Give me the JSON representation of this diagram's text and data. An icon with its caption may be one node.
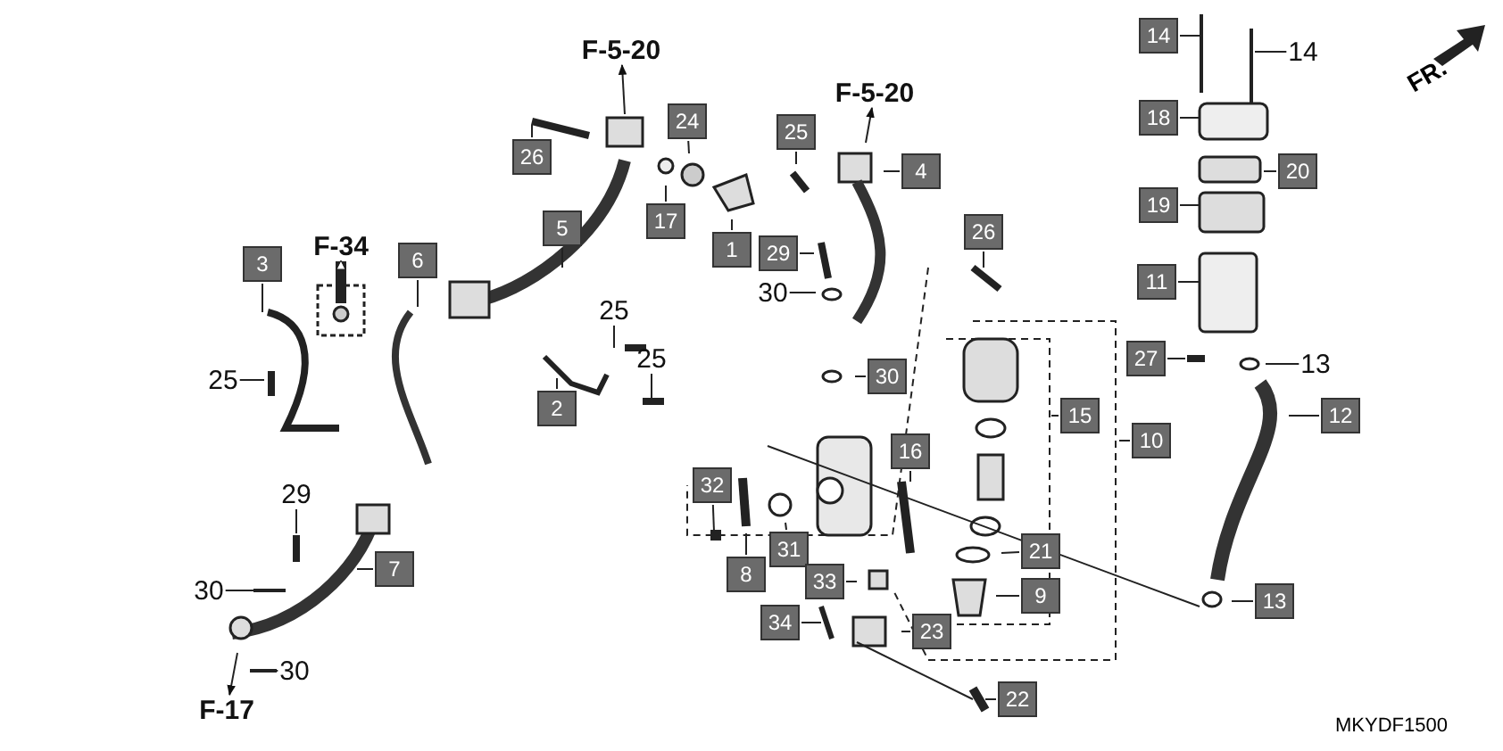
{
  "diagram": {
    "nodes": [
      {
        "text": [
          "F-5-20"
        ]
      },
      {
        "text": [
          "F-5-20"
        ]
      },
      {
        "text": [
          "F-34"
        ]
      },
      {
        "text": [
          "14"
        ]
      },
      {
        "text": [
          "14"
        ]
      },
      {
        "text": [
          "24"
        ]
      },
      {
        "text": [
          "25"
        ]
      },
      {
        "text": [
          "18"
        ]
      },
      {
        "text": [
          "26"
        ]
      },
      {
        "text": [
          "4"
        ]
      },
      {
        "text": [
          "20"
        ]
      },
      {
        "text": [
          "19"
        ]
      },
      {
        "text": [
          "17"
        ]
      },
      {
        "text": [
          "5"
        ]
      },
      {
        "text": [
          "1"
        ]
      },
      {
        "text": [
          "29"
        ]
      },
      {
        "text": [
          "3"
        ]
      },
      {
        "text": [
          "6"
        ]
      },
      {
        "text": [
          "11"
        ]
      },
      {
        "text": [
          "30"
        ]
      },
      {
        "text": [
          "25"
        ]
      },
      {
        "text": [
          "26"
        ]
      },
      {
        "text": [
          "25"
        ]
      },
      {
        "text": [
          "27"
        ]
      },
      {
        "text": [
          "13"
        ]
      },
      {
        "text": [
          "30"
        ]
      },
      {
        "text": [
          "25"
        ]
      },
      {
        "text": [
          "2"
        ]
      },
      {
        "text": [
          "15"
        ]
      },
      {
        "text": [
          "12"
        ]
      },
      {
        "text": [
          "10"
        ]
      },
      {
        "text": [
          "16"
        ]
      },
      {
        "text": [
          "32"
        ]
      },
      {
        "text": [
          "29"
        ]
      },
      {
        "text": [
          "21"
        ]
      },
      {
        "text": [
          "31"
        ]
      },
      {
        "text": [
          "7"
        ]
      },
      {
        "text": [
          "8"
        ]
      },
      {
        "text": [
          "9"
        ]
      },
      {
        "text": [
          "30"
        ]
      },
      {
        "text": [
          "33"
        ]
      },
      {
        "text": [
          "13"
        ]
      },
      {
        "text": [
          "34"
        ]
      },
      {
        "text": [
          "23"
        ]
      },
      {
        "text": [
          "30"
        ]
      },
      {
        "text": [
          "F-17"
        ]
      },
      {
        "text": [
          "22"
        ]
      }
    ],
    "edges": [
      {
        "from": null,
        "to": 0,
        "arrow": "to"
      },
      {
        "from": null,
        "to": 1,
        "arrow": "to"
      },
      {
        "from": null,
        "to": 2,
        "arrow": "to",
        "style": "thick"
      },
      {
        "from": 3,
        "to": null,
        "arrow": "none"
      },
      {
        "from": 4,
        "to": null,
        "arrow": "none"
      },
      {
        "from": 5,
        "to": null,
        "arrow": "none"
      },
      {
        "from": 6,
        "to": null,
        "arrow": "none"
      },
      {
        "from": 7,
        "to": null,
        "arrow": "none"
      },
      {
        "from": 8,
        "to": null,
        "arrow": "none"
      },
      {
        "from": 9,
        "to": null,
        "arrow": "none"
      },
      {
        "from": 10,
        "to": null,
        "arrow": "none"
      },
      {
        "from": 11,
        "to": null,
        "arrow": "none"
      },
      {
        "from": 12,
        "to": null,
        "arrow": "none"
      },
      {
        "from": 13,
        "to": null,
        "arrow": "none"
      },
      {
        "from": 14,
        "to": null,
        "arrow": "none"
      },
      {
        "from": 15,
        "to": null,
        "arrow": "none"
      },
      {
        "from": 16,
        "to": null,
        "arrow": "none"
      },
      {
        "from": 17,
        "to": null,
        "arrow": "none"
      },
      {
        "from": 18,
        "to": null,
        "arrow": "none"
      },
      {
        "from": 19,
        "to": null,
        "arrow": "none"
      },
      {
        "from": 20,
        "to": null,
        "arrow": "none"
      },
      {
        "from": 21,
        "to": null,
        "arrow": "none"
      },
      {
        "from": 22,
        "to": null,
        "arrow": "none"
      },
      {
        "from": 23,
        "to": null,
        "arrow": "none"
      },
      {
        "from": 24,
        "to": null,
        "arrow": "none"
      },
      {
        "from": 25,
        "to": null,
        "arrow": "none"
      },
      {
        "from": 26,
        "to": null,
        "arrow": "none"
      },
      {
        "from": 27,
        "to": null,
        "arrow": "none"
      },
      {
        "from": 28,
        "to": null,
        "arrow": "none"
      },
      {
        "from": 29,
        "to": null,
        "arrow": "none"
      },
      {
        "from": 30,
        "to": null,
        "arrow": "none"
      },
      {
        "from": 31,
        "to": null,
        "arrow": "none"
      },
      {
        "from": 32,
        "to": null,
        "arrow": "none"
      },
      {
        "from": 33,
        "to": null,
        "arrow": "none"
      },
      {
        "from": 34,
        "to": null,
        "arrow": "none"
      },
      {
        "from": 35,
        "to": null,
        "arrow": "none"
      },
      {
        "from": 36,
        "to": null,
        "arrow": "none"
      },
      {
        "from": 37,
        "to": null,
        "arrow": "none"
      },
      {
        "from": 38,
        "to": null,
        "arrow": "none"
      },
      {
        "from": 39,
        "to": null,
        "arrow": "none"
      },
      {
        "from": 40,
        "to": null,
        "arrow": "none"
      },
      {
        "from": 41,
        "to": null,
        "arrow": "none"
      },
      {
        "from": 42,
        "to": null,
        "arrow": "none"
      },
      {
        "from": 43,
        "to": null,
        "arrow": "none"
      },
      {
        "from": 44,
        "to": null,
        "arrow": "none"
      },
      {
        "from": null,
        "to": 45,
        "arrow": "to"
      },
      {
        "from": 46,
        "to": null,
        "arrow": "none"
      }
    ],
    "labels": [
      "FR.",
      "MKYDF1500"
    ]
  }
}
